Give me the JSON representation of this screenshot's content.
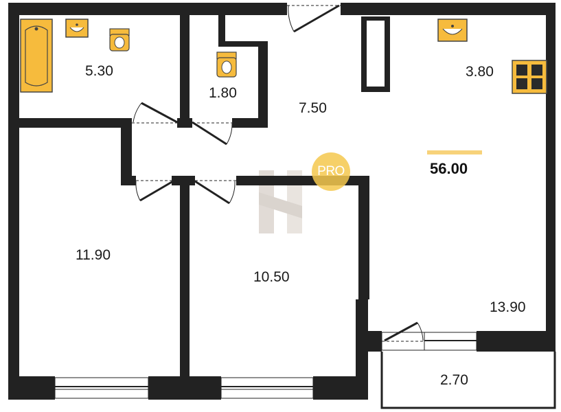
{
  "rooms": {
    "bathroom": "5.30",
    "toilet": "1.80",
    "hall": "7.50",
    "kitchen": "3.80",
    "bedroom_left": "11.90",
    "bedroom_mid": "10.50",
    "living": "13.90",
    "balcony": "2.70"
  },
  "total_area": "56.00",
  "badge": "PRO",
  "colors": {
    "wall": "#222222",
    "fixture_fill": "#f6bb3d",
    "accent_bar": "#f7d27a",
    "badge": "#f4c84e",
    "watermark": "#ccc3ba"
  },
  "icons": [
    "bathtub-icon",
    "sink-icon",
    "toilet-icon",
    "stove-icon",
    "door-icon",
    "window-icon",
    "watermark-logo"
  ]
}
